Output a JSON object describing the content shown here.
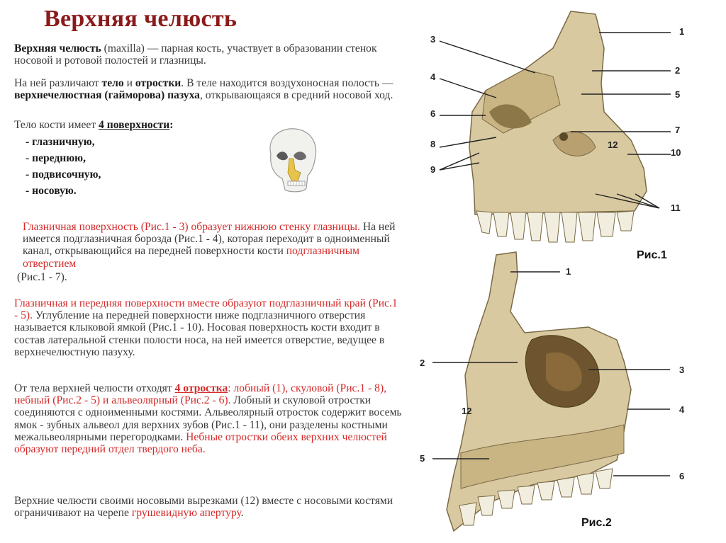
{
  "title": "Верхняя челюсть",
  "intro": {
    "term": "Верхняя челюсть",
    "latin": " (maxilla) — парная кость, участвует в образовании стенок носовой и ротовой полостей и глазницы."
  },
  "parts": {
    "t1": "На ней различают ",
    "body_word": "тело",
    "and": " и ",
    "processes_word": "отростки",
    "t2": ". В теле находится воздухоносная полость — ",
    "sinus_name": "верхнечелюстная (гайморова) пазуха",
    "t3": ", открывающаяся в средний носовой ход."
  },
  "surfaces": {
    "lead": "Тело кости имеет ",
    "count": "4 поверхности",
    "colon": ":",
    "items": [
      "- глазничную,",
      "- переднюю,",
      "- подвисочную,",
      "- носовую."
    ]
  },
  "orbital_para": {
    "a": "Глазничная поверхность (Рис.1 - 3) образует нижнюю стенку глазницы.",
    "b": " На ней имеется подглазничная борозда (Рис.1 - 4), которая переходит в одноименный канал, открывающийся на передней поверхности кости ",
    "c": "подглазничным отверстием",
    "d": "(Рис.1 - 7)."
  },
  "margin_para": {
    "a": "Глазничная и передняя поверхности вместе образуют подглазничный край (Рис.1 - 5).",
    "b": " Углубление на передней поверхности ниже подглазничного отверстия называется клыковой ямкой (Рис.1 - 10). Носовая поверхность кости входит в состав латеральной стенки полости носа, на ней имеется отверстие, ведущее в верхнечелюстную пазуху."
  },
  "process_para": {
    "a": "От тела верхней челюсти отходят ",
    "b": "4 отростка",
    "c": ": лобный (1), скуловой (Рис.1 - 8), небный (Рис.2 - 5) и альвеолярный (Рис.2 - 6).",
    "d": " Лобный и скуловой отростки соединяются с одноименными костями. Альвеолярный отросток содержит восемь ямок - зубных альвеол для верхних зубов (Рис.1 - 11), они разделены костными межальвеолярными перегородками.",
    "e": " Небные отростки обеих  верхних челюстей  образуют передний  отдел твердого  неба."
  },
  "aperture_para": {
    "a": "Верхние челюсти своими носовыми вырезками (12) вместе с носовыми костями ограничивают на черепе ",
    "b": "грушевидную апертуру",
    "c": "."
  },
  "fig1": {
    "caption": "Рис.1",
    "labels": [
      "1",
      "2",
      "3",
      "4",
      "5",
      "6",
      "7",
      "8",
      "9",
      "10",
      "11",
      "12"
    ]
  },
  "fig2": {
    "caption": "Рис.2",
    "labels": [
      "1",
      "2",
      "3",
      "4",
      "5",
      "6",
      "12"
    ]
  },
  "colors": {
    "title": "#8b1a1a",
    "accent_red": "#d42a2a",
    "bone": "#d8c9a0",
    "bone_dark": "#7a6a45"
  }
}
